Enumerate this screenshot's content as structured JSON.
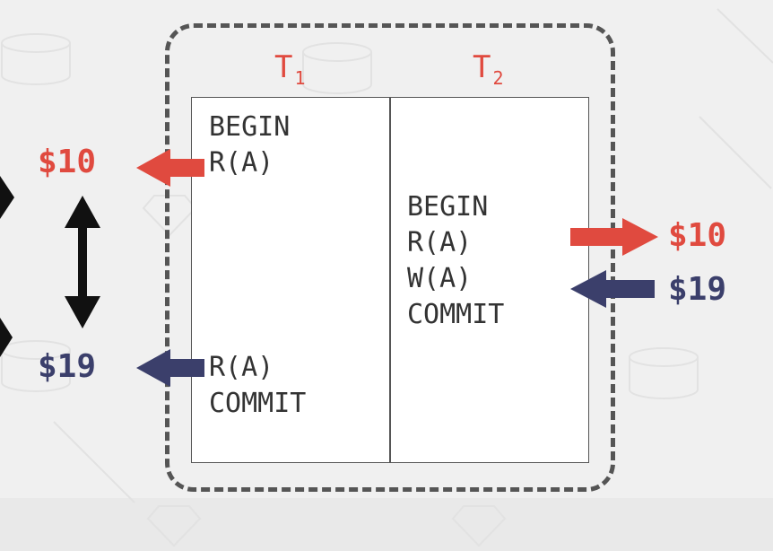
{
  "colors": {
    "red": "#e04a3f",
    "navy": "#3b3f6b",
    "frame": "#555555",
    "text": "#333333"
  },
  "transactions": [
    {
      "name": "T",
      "subscript": "1"
    },
    {
      "name": "T",
      "subscript": "2"
    }
  ],
  "t1_ops": {
    "begin": "BEGIN",
    "read1": "R(A)",
    "read2": "R(A)",
    "commit": "COMMIT"
  },
  "t2_ops": {
    "begin": "BEGIN",
    "read": "R(A)",
    "write": "W(A)",
    "commit": "COMMIT"
  },
  "values": {
    "t1_first_read": "$10",
    "t1_second_read": "$19",
    "t2_read": "$10",
    "t2_write": "$19"
  }
}
